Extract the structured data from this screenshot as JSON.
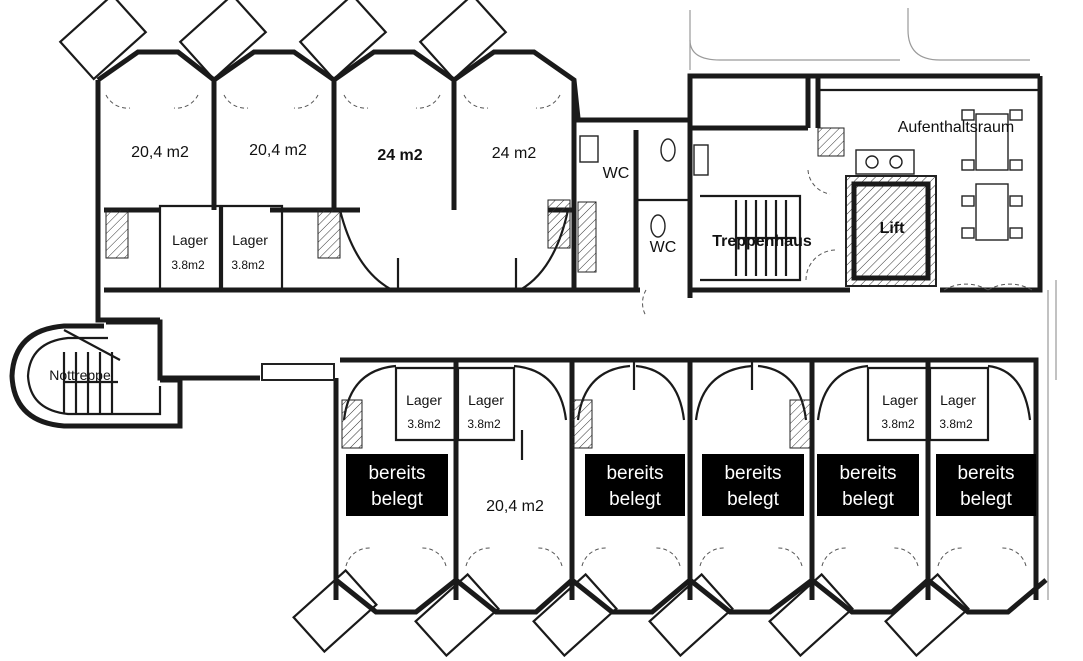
{
  "rooms": {
    "r1": "20,4 m2",
    "r2": "20,4 m2",
    "r3": "24 m2",
    "r4": "24 m2",
    "r5": "20,4 m2",
    "wc1": "WC",
    "wc2": "WC",
    "treppenhaus": "Treppenhaus",
    "lift": "Lift",
    "aufenthalt": "Aufenthaltsraum",
    "nottreppe": "Nottreppe"
  },
  "storage": {
    "label": "Lager",
    "area": "3.8m2"
  },
  "occupied": {
    "line1": "bereits",
    "line2": "belegt"
  },
  "colors": {
    "occupied_bg": "#000000",
    "occupied_text": "#ffffff",
    "wall": "#1a1a1a"
  }
}
